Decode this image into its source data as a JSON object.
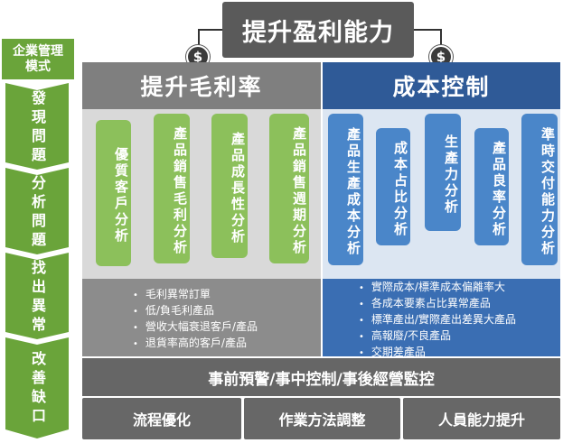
{
  "title": "提升盈利能力",
  "icons": {
    "left": "dollar-cycle-icon",
    "right": "dollar-cycle-icon"
  },
  "sidebar": {
    "header": "企業管理\n模式",
    "steps": [
      "發現問題",
      "分析問題",
      "找出異常",
      "改善缺口"
    ]
  },
  "left_section": {
    "title": "提升毛利率",
    "pills": [
      "優質客戶分析",
      "產品銷售毛利分析",
      "產品成長性分析",
      "產品銷售週期分析"
    ],
    "bullets": [
      "毛利異常訂單",
      "低/負毛利產品",
      "營收大幅衰退客戶/產品",
      "退貨率高的客戶/產品"
    ]
  },
  "right_section": {
    "title": "成本控制",
    "pills": [
      "產品生產成本分析",
      "成本占比分析",
      "生產力分析",
      "產品良率分析",
      "準時交付能力分析"
    ],
    "bullets": [
      "實際成本/標準成本偏離率大",
      "各成本要素占比異常產品",
      "標準產出/實際產出差異大產品",
      "高報廢/不良產品",
      "交期差產品"
    ]
  },
  "control_bar": "事前預警/事中控制/事後經營監控",
  "bottom_boxes": [
    "流程優化",
    "作業方法調整",
    "人員能力提升"
  ],
  "colors": {
    "green": "#8cc05b",
    "blue": "#2f5a97",
    "gray": "#7f7f7f"
  }
}
